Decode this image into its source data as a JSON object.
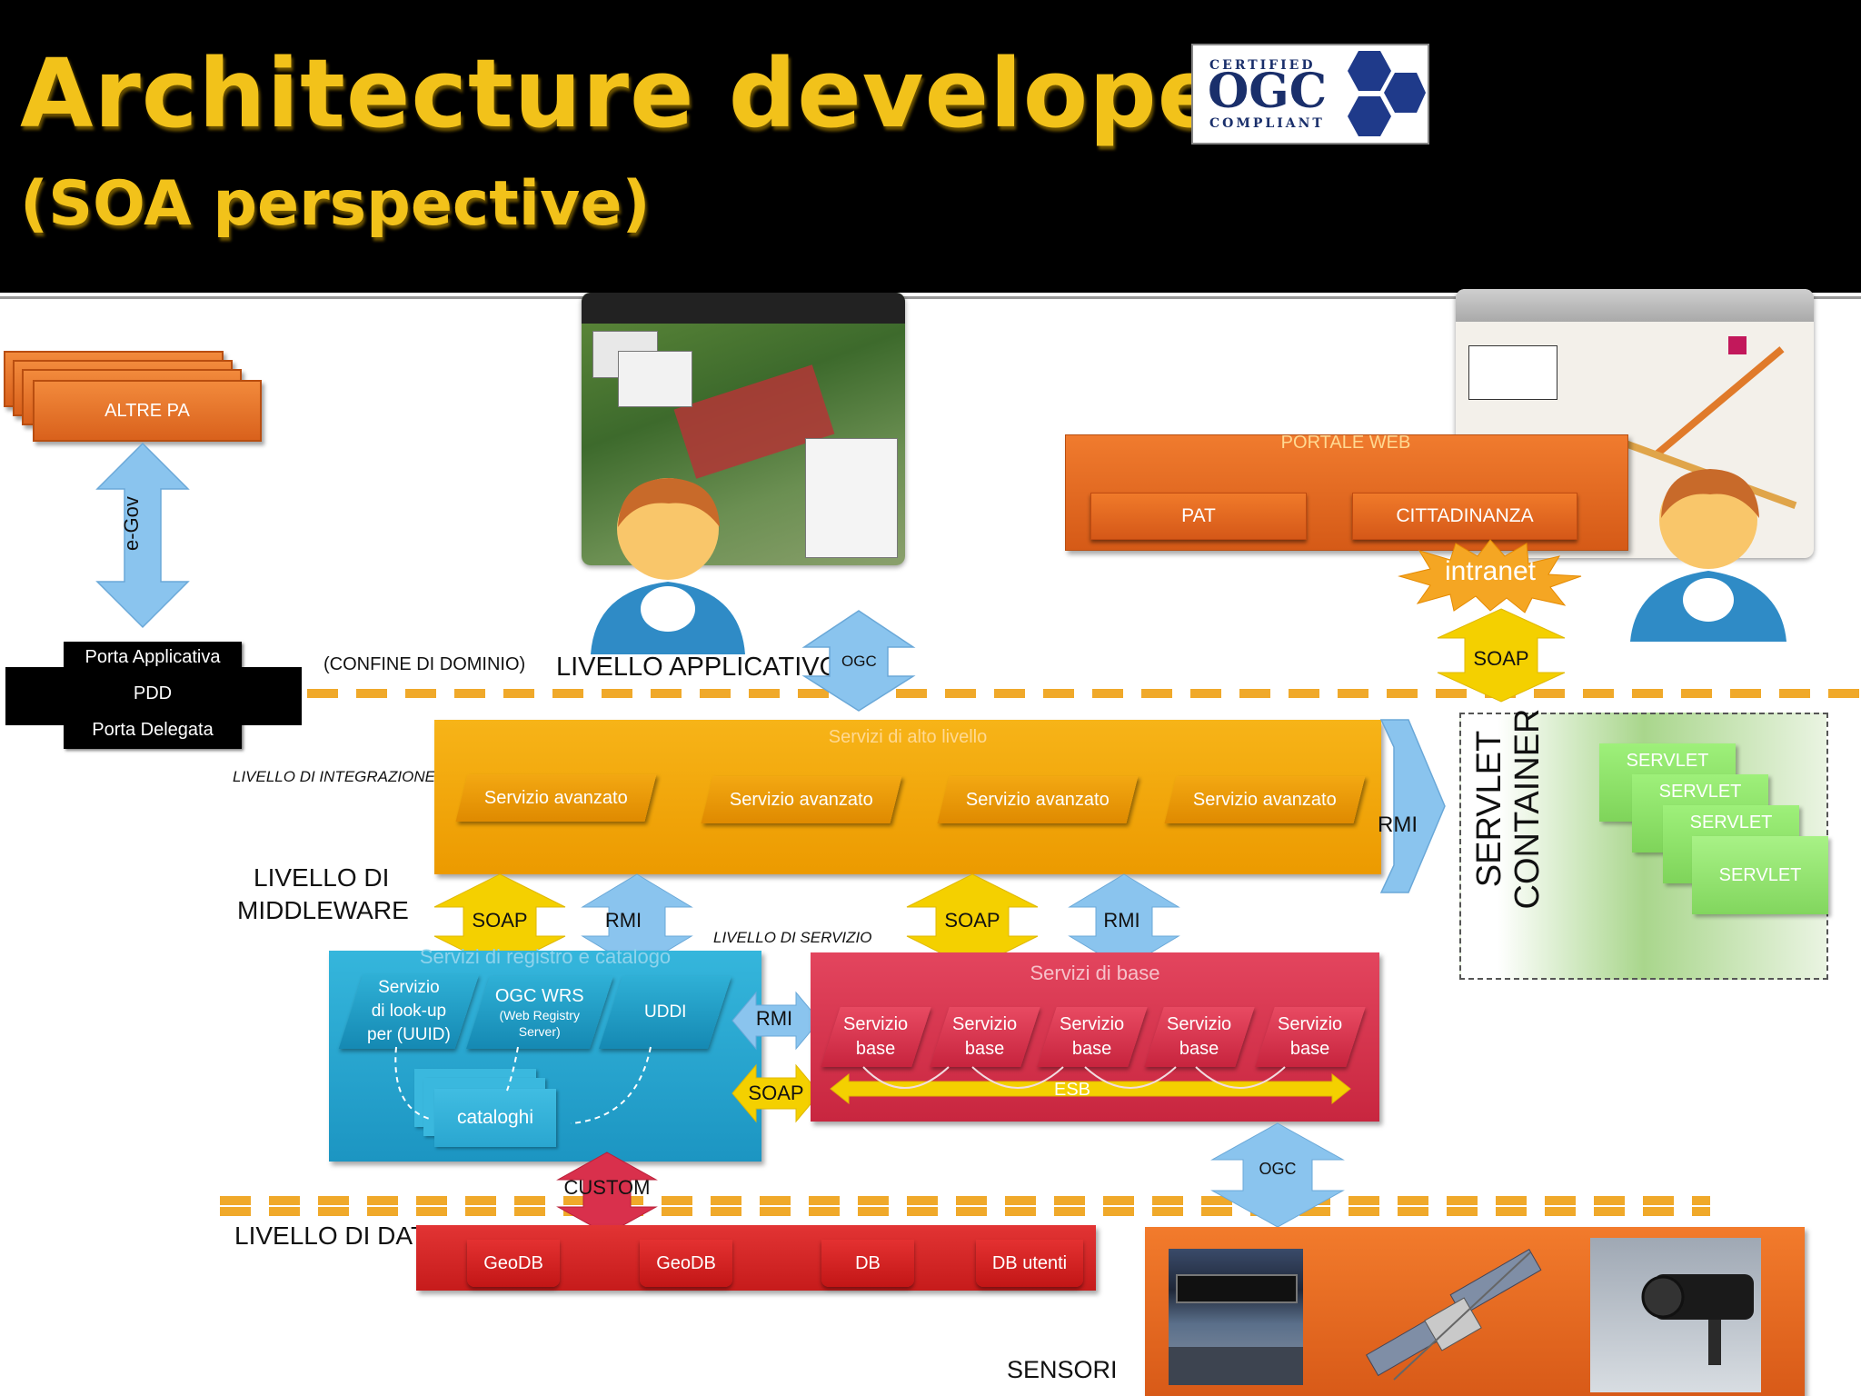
{
  "header": {
    "title": "Architecture developed",
    "subtitle": "(SOA perspective)"
  },
  "ogc_logo": {
    "top": "CERTIFIED",
    "main": "OGC",
    "bottom": "COMPLIANT"
  },
  "altre_pa": "ALTRE PA",
  "egov": "e-Gov",
  "pdd": {
    "top": "Porta Applicativa",
    "middle": "PDD",
    "bottom": "Porta Delegata"
  },
  "labels": {
    "confine": "(CONFINE DI DOMINIO)",
    "livello_applicativo": "LIVELLO APPLICATIVO",
    "livello_integrazione": "LIVELLO DI INTEGRAZIONE",
    "livello_middleware_1": "LIVELLO  DI",
    "livello_middleware_2": "MIDDLEWARE",
    "livello_servizio": "LIVELLO DI SERVIZIO",
    "livello_dato": "LIVELLO DI DATO",
    "sensori": "SENSORI"
  },
  "portale": {
    "title": "PORTALE WEB",
    "pat": "PAT",
    "cittadinanza": "CITTADINANZA",
    "intranet": "intranet"
  },
  "alto_livello": {
    "title": "Servizi di alto livello",
    "items": [
      "Servizio avanzato",
      "Servizio avanzato",
      "Servizio avanzato",
      "Servizio avanzato"
    ]
  },
  "servlet": {
    "line1": "SERVLET",
    "line2": "CONTAINER",
    "cards": [
      "SERVLET",
      "SERVLET",
      "SERVLET",
      "SERVLET"
    ]
  },
  "registro": {
    "title": "Servizi di registro e catalogo",
    "lookup": [
      "Servizio",
      "di look-up",
      "per (UUID)"
    ],
    "wrs_main": "OGC WRS",
    "wrs_sub": [
      "(Web Registry",
      "Server)"
    ],
    "uddi": "UDDI",
    "cataloghi": "cataloghi"
  },
  "base": {
    "title": "Servizi di base",
    "items": [
      [
        "Servizio",
        "base"
      ],
      [
        "Servizio",
        "base"
      ],
      [
        "Servizio",
        "base"
      ],
      [
        "Servizio",
        "base"
      ],
      [
        "Servizio",
        "base"
      ]
    ],
    "esb": "ESB"
  },
  "protocols": {
    "ogc_top": "OGC",
    "soap_top": "SOAP",
    "rmi_right": "RMI",
    "soap_1": "SOAP",
    "rmi_1": "RMI",
    "soap_2": "SOAP",
    "rmi_2": "RMI",
    "rmi_mid": "RMI",
    "soap_mid": "SOAP",
    "custom": "CUSTOM",
    "ogc_bottom": "OGC"
  },
  "dato": [
    "GeoDB",
    "GeoDB",
    "DB",
    "DB utenti"
  ],
  "colors": {
    "title": "#f2c21a",
    "orange": "#e0692a",
    "yellow": "#f3a812",
    "cyan": "#1e9ec9",
    "red": "#d6304c",
    "db_red": "#cf2222",
    "arrow_blue": "#8ac4ee",
    "arrow_yellow": "#f4d000",
    "arrow_red": "#d9304c",
    "servlet_green": "#8ee66b"
  }
}
